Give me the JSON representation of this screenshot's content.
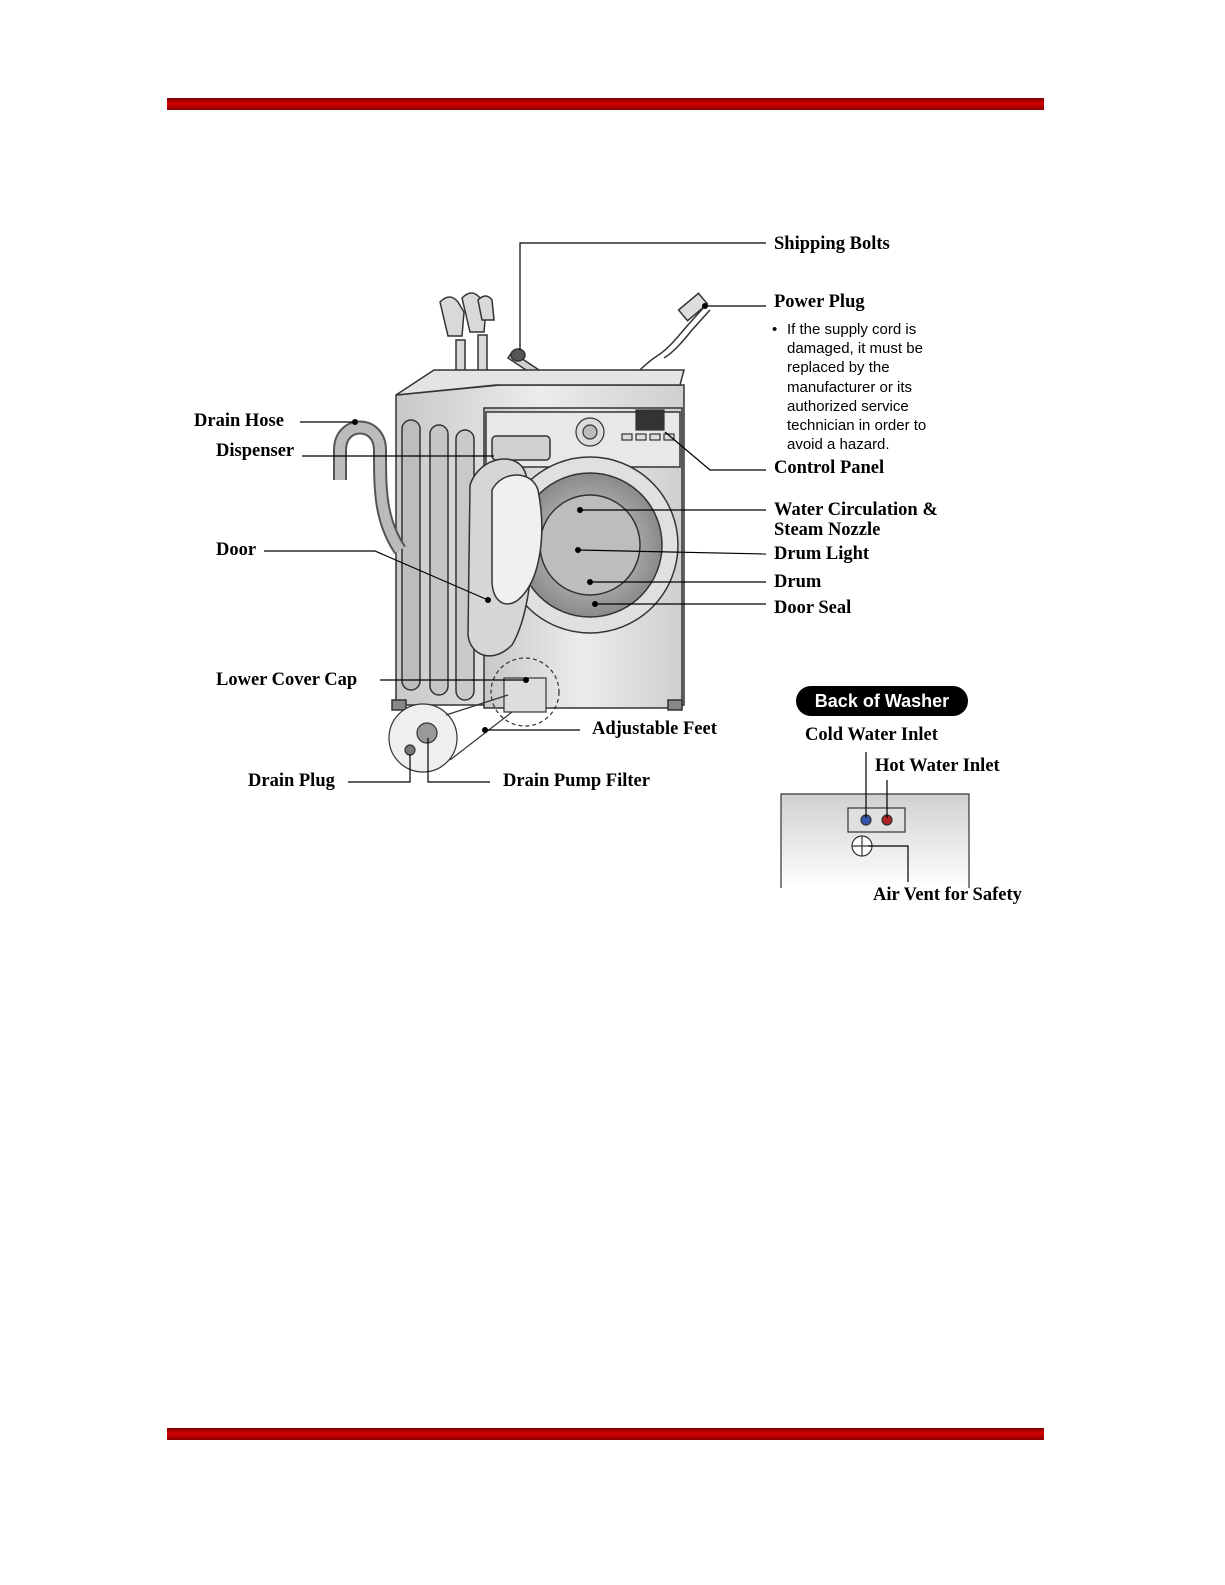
{
  "labels": {
    "shipping_bolts": "Shipping Bolts",
    "power_plug": "Power Plug",
    "power_plug_note": "If the supply cord is damaged, it must be replaced by the manufacturer or its authorized service technician in order to avoid a hazard.",
    "control_panel": "Control Panel",
    "water_circulation_line1": "Water Circulation &",
    "water_circulation_line2": "Steam Nozzle",
    "drum_light": "Drum Light",
    "drum": "Drum",
    "door_seal": "Door Seal",
    "drain_hose": "Drain Hose",
    "dispenser": "Dispenser",
    "door": "Door",
    "lower_cover_cap": "Lower Cover Cap",
    "adjustable_feet": "Adjustable Feet",
    "drain_plug": "Drain Plug",
    "drain_pump_filter": "Drain Pump Filter"
  },
  "back_of_washer": {
    "badge": "Back of Washer",
    "cold_water_inlet": "Cold Water Inlet",
    "hot_water_inlet": "Hot Water Inlet",
    "air_vent": "Air Vent for Safety"
  },
  "bullet": "•",
  "colors": {
    "rule_red": "#c00000",
    "rule_dark": "#7a0000",
    "badge": "#000000"
  }
}
